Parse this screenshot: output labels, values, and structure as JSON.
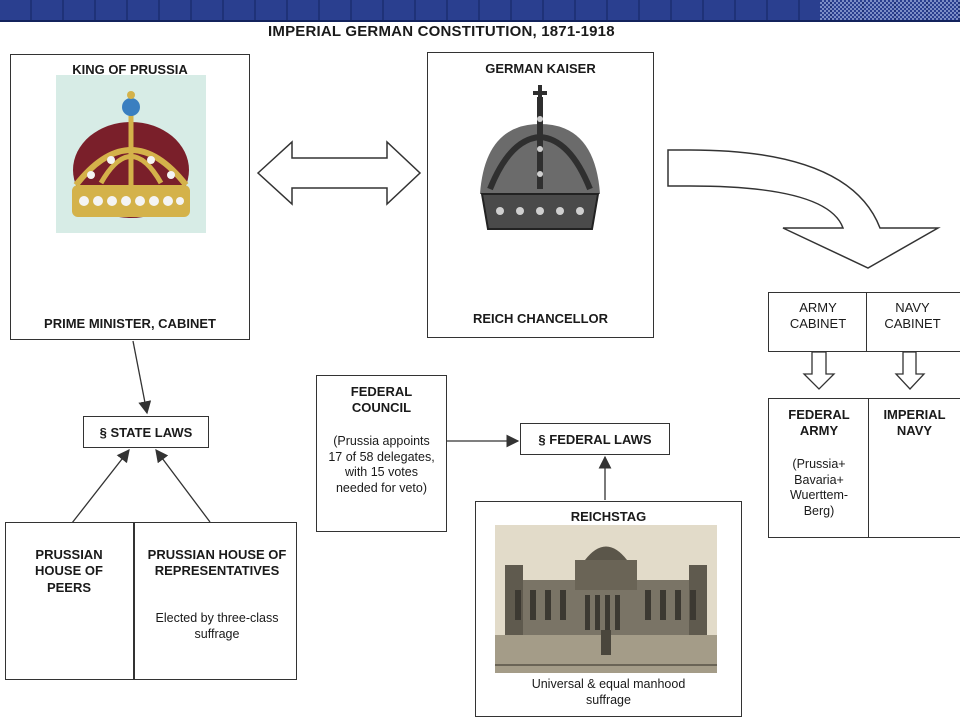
{
  "title": "IMPERIAL GERMAN CONSTITUTION, 1871-1918",
  "king": {
    "label": "KING OF PRUSSIA",
    "below": "PRIME MINISTER, CABINET"
  },
  "kaiser": {
    "label": "GERMAN KAISER",
    "below": "REICH CHANCELLOR"
  },
  "military": {
    "army_cabinet": "ARMY CABINET",
    "navy_cabinet": "NAVY CABINET",
    "federal_army": "FEDERAL ARMY",
    "federal_army_note": "(Prussia+ Bavaria+ Wuerttem-Berg)",
    "imperial_navy": "IMPERIAL NAVY"
  },
  "state_laws": "§ STATE LAWS",
  "federal_laws": "§ FEDERAL LAWS",
  "federal_council": {
    "title": "FEDERAL COUNCIL",
    "note": "(Prussia appoints 17 of 58 delegates, with 15 votes needed for veto)"
  },
  "prussian_peers": "PRUSSIAN HOUSE OF PEERS",
  "prussian_reps": {
    "title": "PRUSSIAN HOUSE OF REPRESENTATIVES",
    "note": "Elected by three-class suffrage"
  },
  "reichstag": {
    "title": "REICHSTAG",
    "note": "Universal & equal manhood suffrage"
  }
}
